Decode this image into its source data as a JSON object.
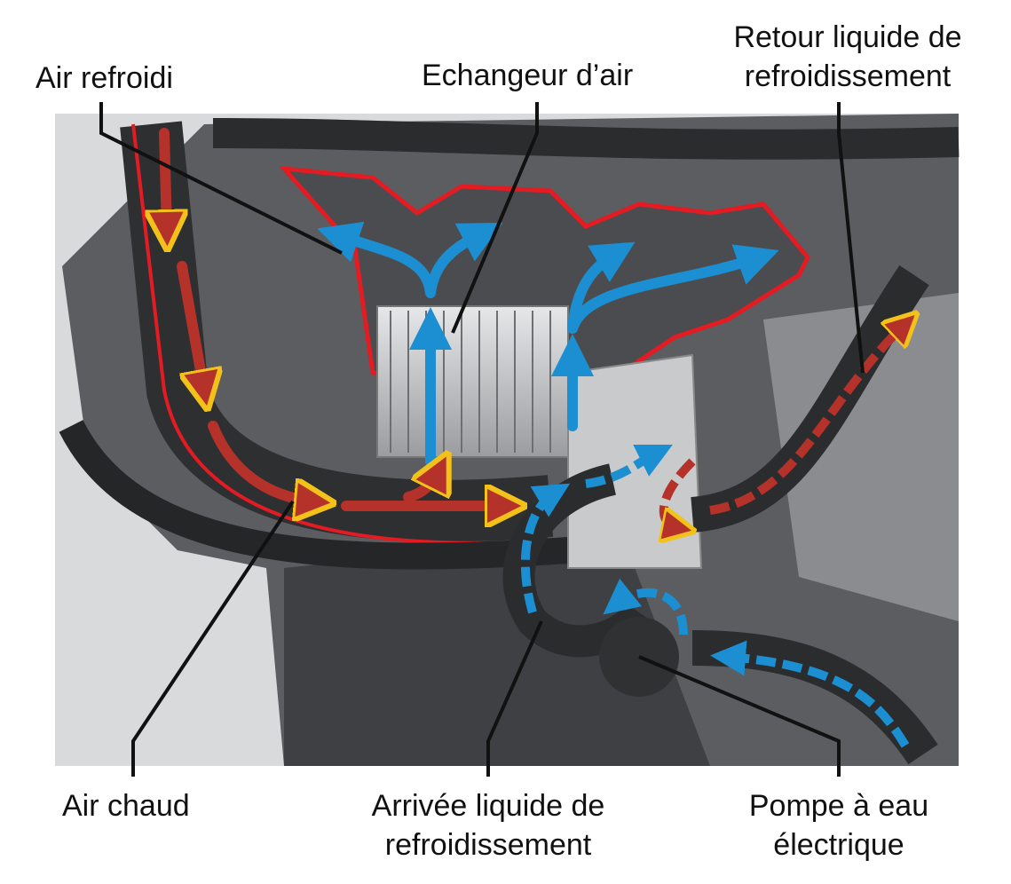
{
  "labels": {
    "air_refroidi": "Air refroidi",
    "echangeur": "Echangeur d’air",
    "retour_line1": "Retour liquide de",
    "retour_line2": "refroidissement",
    "air_chaud": "Air chaud",
    "arrivee_line1": "Arrivée liquide de",
    "arrivee_line2": "refroidissement",
    "pompe_line1": "Pompe à eau",
    "pompe_line2": "électrique"
  },
  "colors": {
    "background": "#d9dadb",
    "engine_dark": "#3a3b3d",
    "hose": "#2b2c2e",
    "outline_red": "#e31b23",
    "cold_air": "#1b8fd1",
    "hot_air": "#b5322a",
    "hot_air_edge": "#f2c21b"
  }
}
